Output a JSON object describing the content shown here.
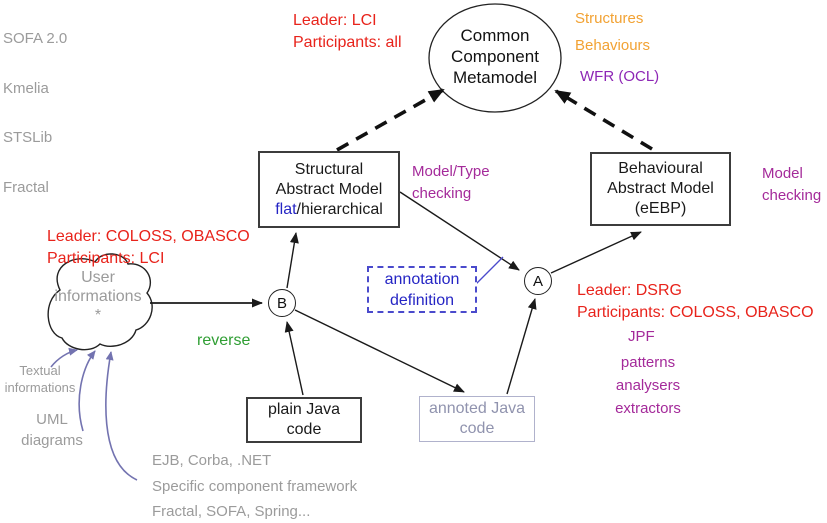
{
  "colors": {
    "red": "#e8231b",
    "orange": "#f2a233",
    "purple": "#a42a9a",
    "violet": "#8d26b5",
    "blue": "#2525c4",
    "bluedash": "#4a4acc",
    "green": "#2f9e33",
    "gray": "#9b9b9b",
    "arrowpurple": "#7373b0",
    "annotedborder": "#b0b2cc",
    "annotedtext": "#9093ae",
    "line": "#1a1a1a"
  },
  "frameworks": [
    "SOFA 2.0",
    "Kmelia",
    "STSLib",
    "Fractal"
  ],
  "metamodel": {
    "label": "Common\nComponent\nMetamodel",
    "leader": "Leader: LCI\nParticipants: all",
    "structures": "Structures",
    "behaviours": "Behaviours",
    "wfr": "WFR (OCL)"
  },
  "structural": {
    "title": "Structural\nAbstract Model",
    "flat": "flat",
    "hierarchical": "/hierarchical",
    "checking": "Model/Type\nchecking",
    "leader": "Leader: COLOSS, OBASCO\nParticipants: LCI"
  },
  "behavioural": {
    "label": "Behavioural\nAbstract Model\n(eEBP)",
    "checking": "Model\nchecking",
    "leader": "Leader: DSRG\nParticipants: COLOSS, OBASCO",
    "jpf": "JPF",
    "tools": "patterns\nanalysers\nextractors"
  },
  "cloud": {
    "label": "User\ninformations\n*",
    "textual": "Textual\ninformations",
    "uml": "UML\ndiagrams"
  },
  "code": {
    "plain": "plain Java\ncode",
    "annoted": "annoted Java\ncode",
    "reverse": "reverse",
    "note": "EJB, Corba, .NET\nSpecific component framework\nFractal, SOFA, Spring..."
  },
  "annotation": {
    "label": "annotation\ndefinition"
  },
  "connectors": {
    "a": "A",
    "b": "B"
  }
}
